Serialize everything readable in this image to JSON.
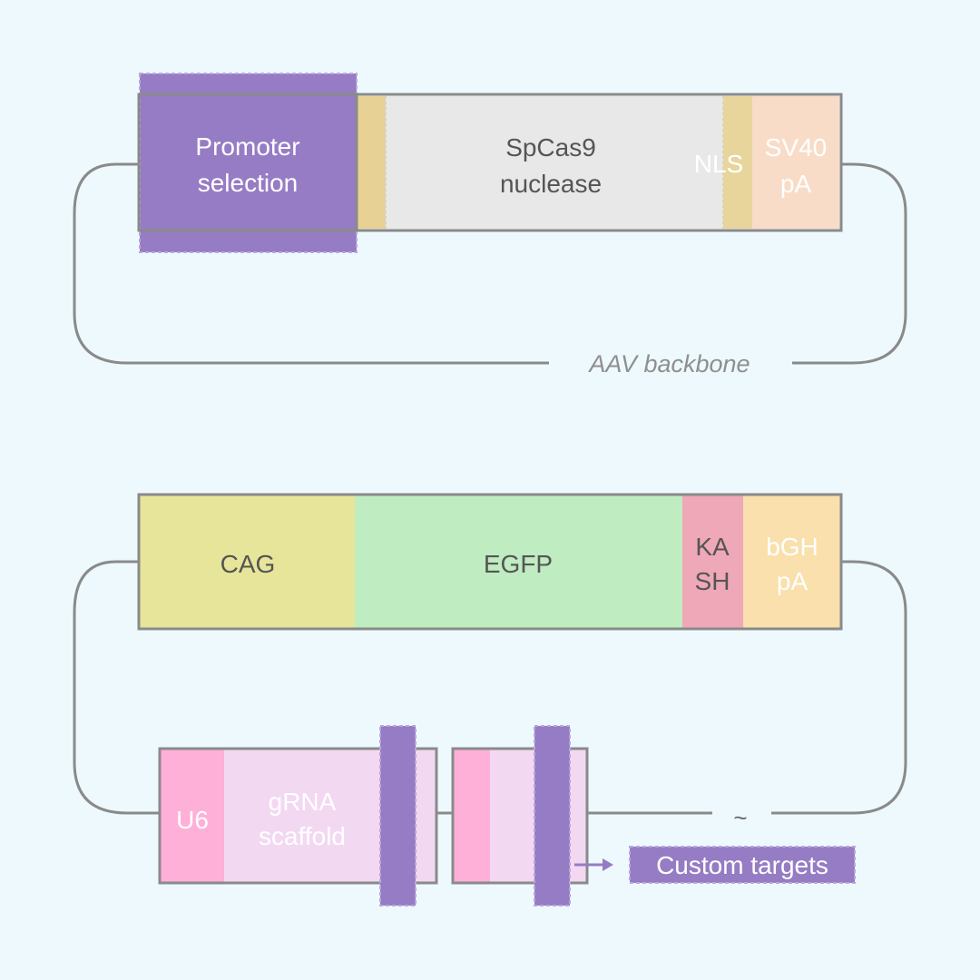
{
  "construct_1": {
    "promoter": {
      "label_line1": "Promoter",
      "label_line2": "selection",
      "color": "#967cc4"
    },
    "nls_left": {
      "color": "#e8d194"
    },
    "cas9": {
      "label_line1": "SpCas9",
      "label_line2": "nuclease",
      "color": "#e8e8e8"
    },
    "nls_right": {
      "label": "NLS",
      "color": "#e8d59c"
    },
    "polya": {
      "label_line1": "SV40",
      "label_line2": "pA",
      "color": "#f8dcc8"
    },
    "backbone_label": "AAV backbone"
  },
  "construct_2": {
    "cag": {
      "label": "CAG",
      "color": "#e6e59a"
    },
    "egfp": {
      "label": "EGFP",
      "color": "#bfecc0"
    },
    "kash": {
      "label_line1": "KA",
      "label_line2": "SH",
      "color": "#efa8b8"
    },
    "polya": {
      "label_line1": "bGH",
      "label_line2": "pA",
      "color": "#f9e0ac"
    }
  },
  "grna_cassette": {
    "u6": {
      "label": "U6",
      "color": "#ffb0d8"
    },
    "scaffold": {
      "label_line1": "gRNA",
      "label_line2": "scaffold",
      "color": "#f3d8f2"
    },
    "target_color": "#967cc4",
    "continuation_symbol": "~",
    "custom_targets_label": "Custom targets"
  },
  "colors": {
    "background": "#eef9fd",
    "outline": "#8a8a8a",
    "dark_text": "#555555",
    "light_text": "#ffffff",
    "muted_text": "#8f8f8f"
  }
}
